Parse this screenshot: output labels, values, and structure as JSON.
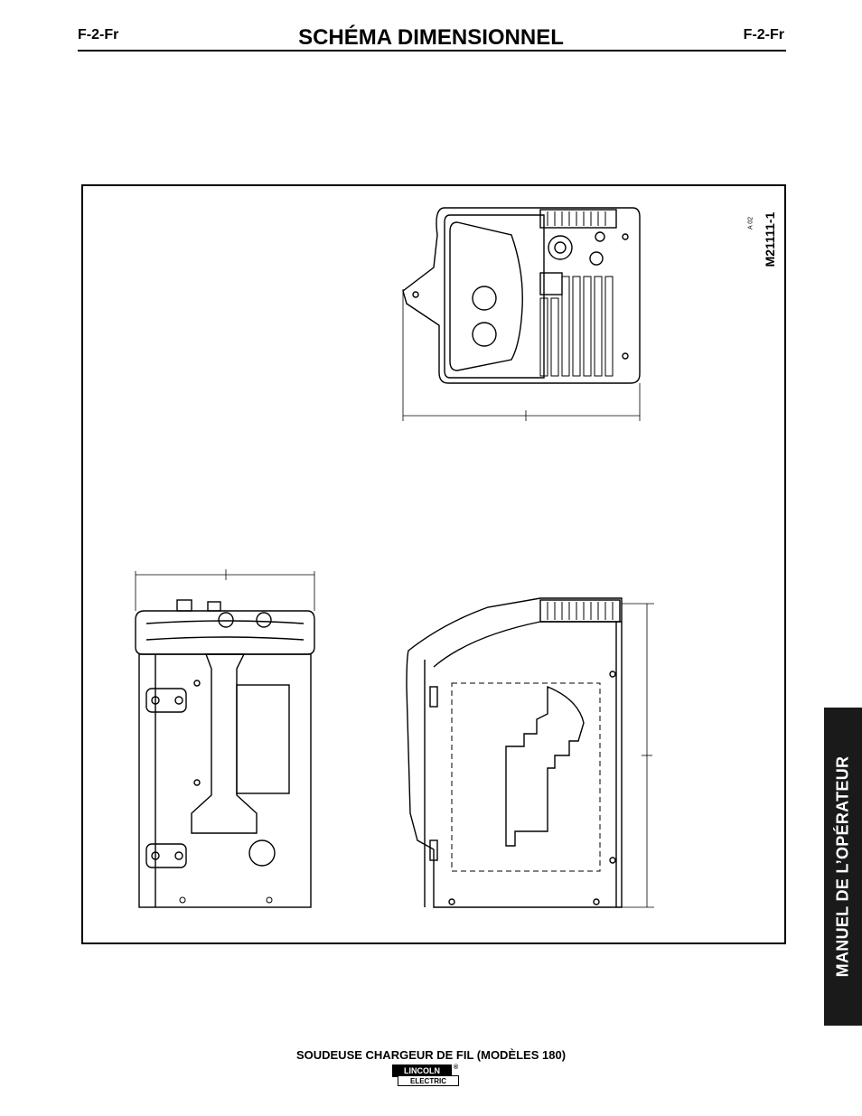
{
  "header": {
    "page_code_left": "F-2-Fr",
    "title": "SCHÉMA DIMENSIONNEL",
    "page_code_right": "F-2-Fr"
  },
  "drawing": {
    "drawing_number": "M21111-1",
    "revision": "A 02"
  },
  "side_tab": {
    "label": "MANUEL DE L’OPÉRATEUR"
  },
  "footer": {
    "product": "SOUDEUSE CHARGEUR DE FIL (MODÈLES 180)",
    "logo_top": "LINCOLN",
    "logo_bottom": "ELECTRIC",
    "logo_mark": "®"
  }
}
